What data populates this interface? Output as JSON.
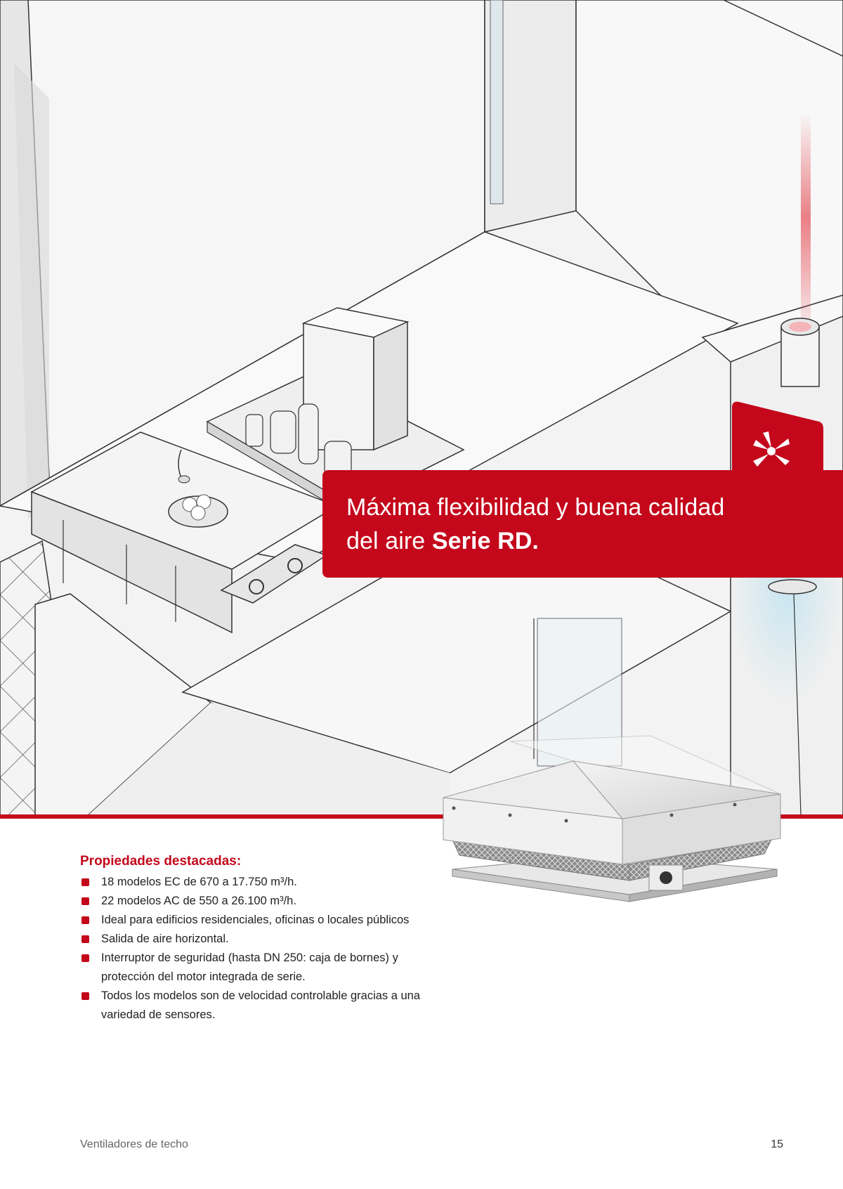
{
  "headline": {
    "line1": "Máxima flexibilidad y buena calidad",
    "line2_prefix": "del aire ",
    "line2_bold": "Serie RD."
  },
  "features": {
    "title": "Propiedades destacadas:",
    "items": [
      "18 modelos EC de 670 a 17.750 m³/h.",
      "22 modelos AC de 550 a 26.100 m³/h.",
      "Ideal para edificios residenciales,  oficinas o locales públicos",
      "Salida de aire horizontal.",
      "Interruptor de seguridad (hasta DN 250: caja de bornes) y protección del motor integrada de serie.",
      "Todos los modelos son de velocidad controlable gracias a una variedad de sensores."
    ]
  },
  "footer": {
    "section": "Ventiladores de techo",
    "page_number": "15"
  },
  "colors": {
    "accent": "#c4071b"
  },
  "images": {
    "hero": "isometric-building-kitchen-bathroom-render",
    "product": "rooftop-fan-rd-unit",
    "logo": "fan-logo-sign"
  }
}
